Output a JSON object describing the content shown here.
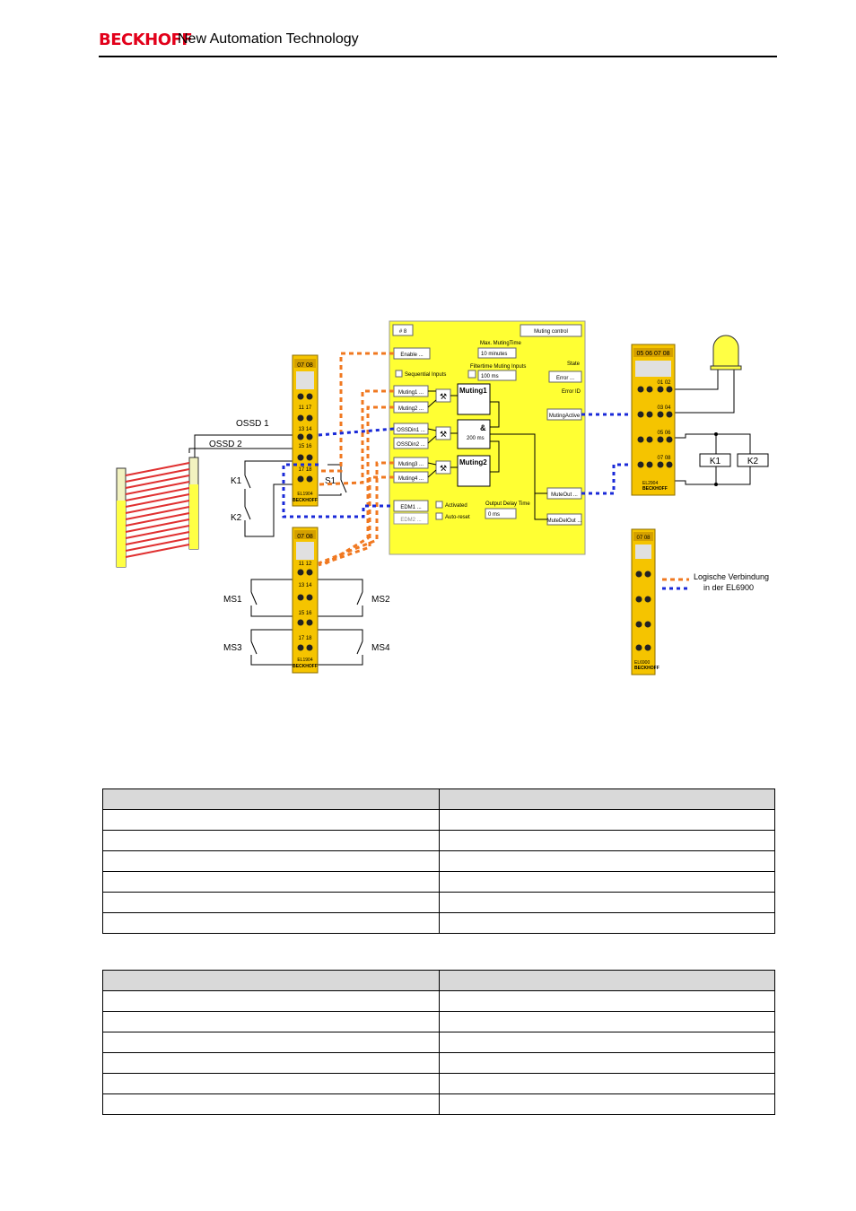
{
  "header": {
    "logo": "BECKHOFF",
    "tagline": "New Automation Technology"
  },
  "diagram": {
    "labels": {
      "ossd1": "OSSD 1",
      "ossd2": "OSSD 2",
      "k1": "K1",
      "k2": "K2",
      "s1": "S1",
      "ms1": "MS1",
      "ms2": "MS2",
      "ms3": "MS3",
      "ms4": "MS4",
      "relay_k1": "K1",
      "relay_k2": "K2",
      "legend_line1": "Logische Verbindung",
      "legend_line2": "in der EL6900"
    },
    "fb": {
      "id": "# 8",
      "title_button": "Muting control",
      "max_muting_time_label": "Max. MutingTime",
      "max_muting_time_value": "10 minutes",
      "filter_label": "Filtertime Muting Inputs",
      "filter_value": "100 ms",
      "sequential_inputs": "Sequential Inputs",
      "state_label": "State",
      "error_button": "Error ...",
      "error_id_label": "Error ID",
      "enable": "Enable ...",
      "muting1_in": "Muting1 ...",
      "muting2_in": "Muting2 ...",
      "ossdin1": "OSSDin1 ...",
      "ossdin2": "OSSDin2 ...",
      "muting3_in": "Muting3 ...",
      "muting4_in": "Muting4 ...",
      "edm1": "EDM1 ...",
      "edm2": "EDM2 ...",
      "muting1_block": "Muting1",
      "muting2_block": "Muting2",
      "and_block": "&",
      "and_delay": "200 ms",
      "activated": "Activated",
      "autoreset": "Auto-reset",
      "output_delay_label": "Output Delay Time",
      "output_delay_value": "0 ms",
      "muting_active": "MutingActive",
      "mute_out": "MuteOut ...",
      "mute_del_out": "MuteDelOut ..."
    },
    "terminals": {
      "t1_top": "07 08",
      "t1_r1": "11 17",
      "t1_r2": "13 14",
      "t1_r3": "15 16",
      "t1_r4": "17 18",
      "t1_name": "EL1904",
      "t2_top": "07 08",
      "t2_r1": "11 12",
      "t2_r2": "13 14",
      "t2_r3": "15 16",
      "t2_r4": "17 18",
      "t2_name": "EL1904",
      "t3_top": "05 06 07 08",
      "t3_r1": "01 02",
      "t3_r2": "03 04",
      "t3_r3": "05 06",
      "t3_r4": "07 08",
      "t3_name": "EL2904",
      "t4_top": "07 08",
      "t4_name": "EL6900",
      "brand": "BECKHOFF"
    }
  },
  "table1": {
    "rows": 6
  },
  "table2": {
    "rows": 6
  },
  "colors": {
    "brand_red": "#e2001a",
    "fb_yellow": "#ffff33",
    "terminal_yellow": "#f5c400",
    "orange_dash": "#f07820",
    "blue_dash": "#1a2ad8"
  }
}
